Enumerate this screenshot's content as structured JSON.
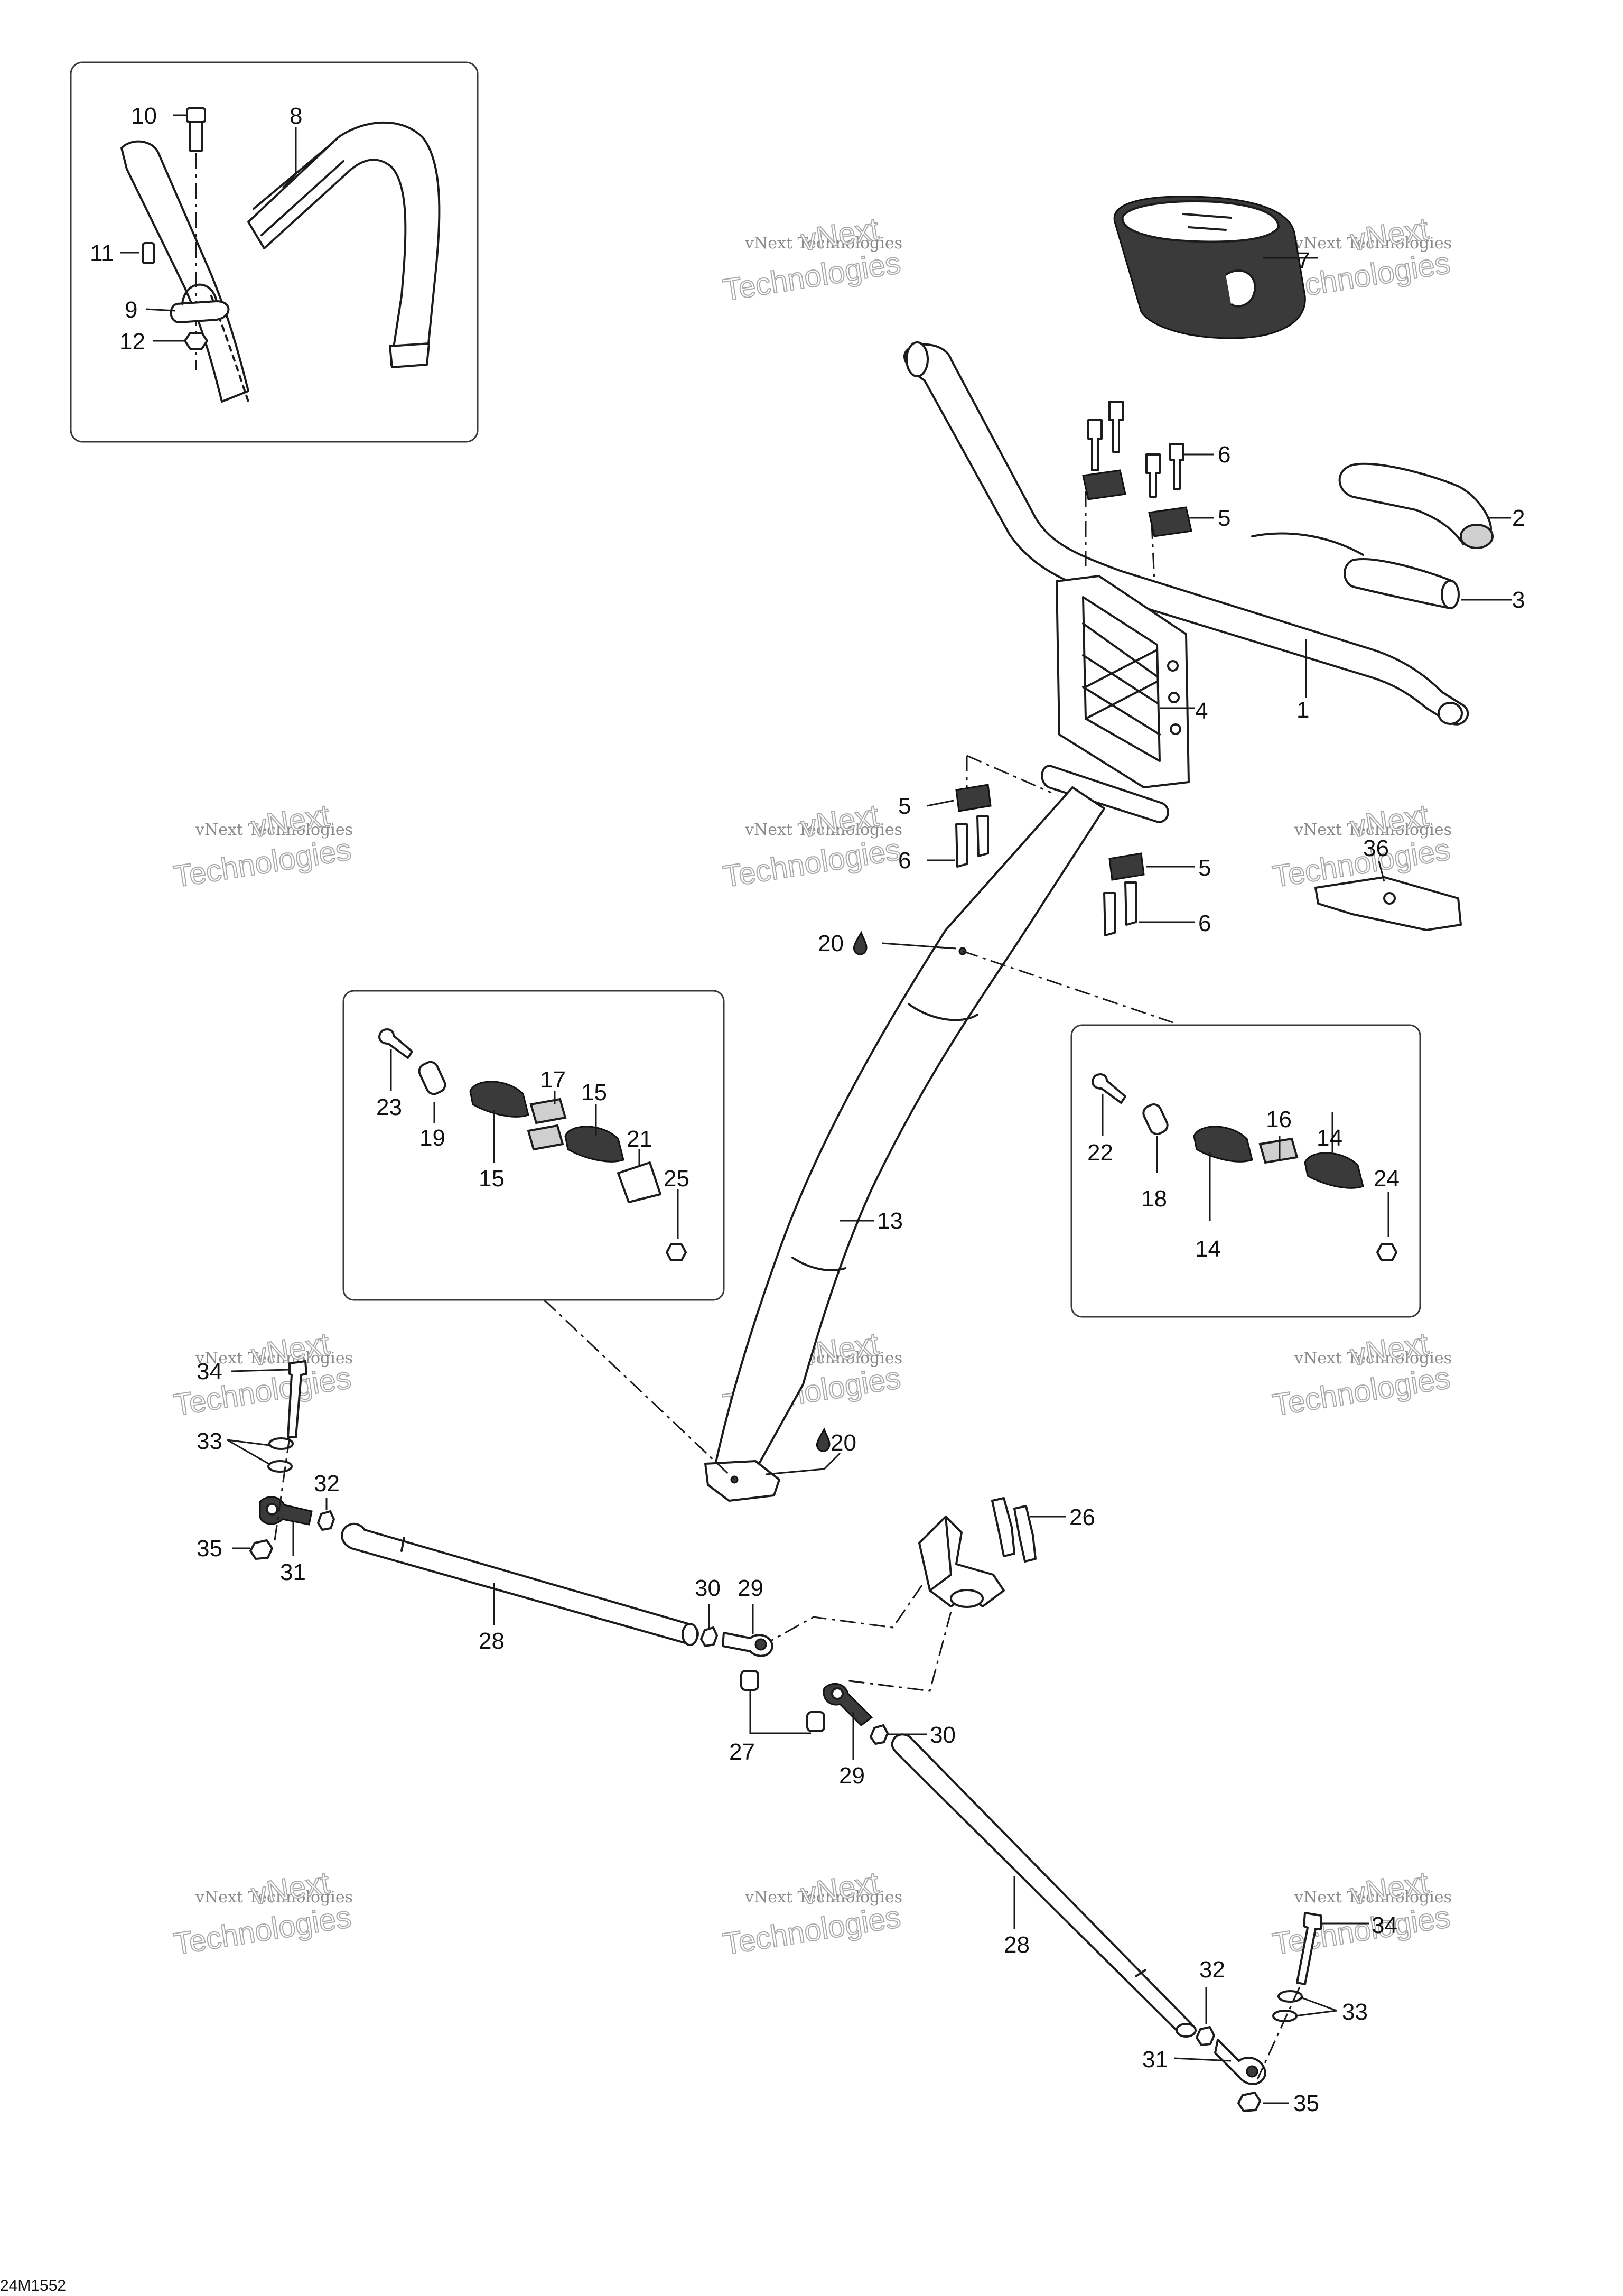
{
  "drawing": {
    "code": "24M1552",
    "watermark_line1": "vNext Technologies",
    "watermark_line2": "vNext",
    "watermark_line3": "Technologies"
  },
  "callouts": {
    "c1": "1",
    "c2": "2",
    "c3": "3",
    "c4": "4",
    "c5a": "5",
    "c5b": "5",
    "c5c": "5",
    "c6a": "6",
    "c6b": "6",
    "c6c": "6",
    "c7": "7",
    "c8": "8",
    "c9": "9",
    "c10": "10",
    "c11": "11",
    "c12": "12",
    "c13": "13",
    "c14a": "14",
    "c14b": "14",
    "c15a": "15",
    "c15b": "15",
    "c16": "16",
    "c17": "17",
    "c18": "18",
    "c19": "19",
    "c20a": "20",
    "c20b": "20",
    "c21": "21",
    "c22": "22",
    "c23": "23",
    "c24": "24",
    "c25": "25",
    "c26": "26",
    "c27": "27",
    "c28a": "28",
    "c28b": "28",
    "c29a": "29",
    "c29b": "29",
    "c30a": "30",
    "c30b": "30",
    "c31a": "31",
    "c31b": "31",
    "c32a": "32",
    "c32b": "32",
    "c33a": "33",
    "c33b": "33",
    "c34a": "34",
    "c34b": "34",
    "c35a": "35",
    "c35b": "35",
    "c36": "36"
  }
}
